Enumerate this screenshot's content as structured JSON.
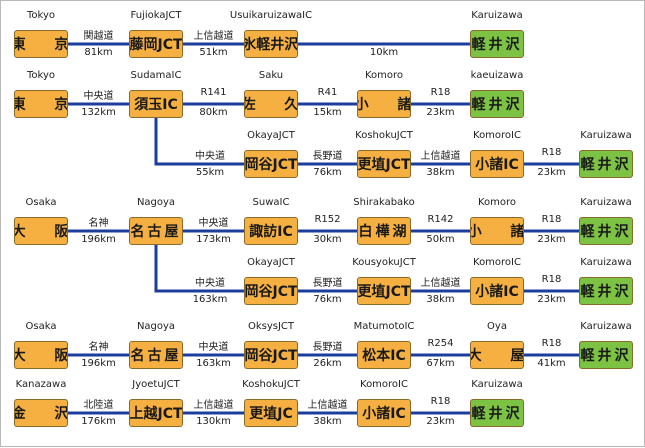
{
  "colors": {
    "station": "#f6b041",
    "destination": "#7cc243",
    "line": "#1b3e9c"
  },
  "rows": [
    {
      "stations": [
        {
          "name": "Tokyo",
          "jp": "東 京",
          "dest": false
        },
        {
          "name": "FujiokaJCT",
          "jp": "藤岡JCT",
          "dest": false
        },
        {
          "name": "UsuikaruizawaIC",
          "jp": "碓氷軽井沢IC",
          "dest": false
        },
        {
          "name": "Karuizawa",
          "jp": "軽井沢",
          "dest": true
        }
      ],
      "segments": [
        {
          "road": "関越道",
          "dist": "81km"
        },
        {
          "road": "上信越道",
          "dist": "51km"
        },
        {
          "road": "",
          "dist": "10km"
        }
      ]
    },
    {
      "stations": [
        {
          "name": "Tokyo",
          "jp": "東 京",
          "dest": false
        },
        {
          "name": "SudamaIC",
          "jp": "須玉IC",
          "dest": false
        },
        {
          "name": "Saku",
          "jp": "佐 久",
          "dest": false
        },
        {
          "name": "Komoro",
          "jp": "小 諸",
          "dest": false
        },
        {
          "name": "kaeuizawa",
          "jp": "軽井沢",
          "dest": true
        }
      ],
      "segments": [
        {
          "road": "中央道",
          "dist": "132km"
        },
        {
          "road": "R141",
          "dist": "80km"
        },
        {
          "road": "R41",
          "dist": "15km"
        },
        {
          "road": "R18",
          "dist": "23km"
        }
      ]
    },
    {
      "stations": [
        {
          "name": "OkayaJCT",
          "jp": "岡谷JCT",
          "dest": false
        },
        {
          "name": "KoshokuJCT",
          "jp": "更埴JCT",
          "dest": false
        },
        {
          "name": "KomoroIC",
          "jp": "小諸IC",
          "dest": false
        },
        {
          "name": "Karuizawa",
          "jp": "軽井沢",
          "dest": true
        }
      ],
      "branch_in": {
        "road": "中央道",
        "dist": "55km"
      },
      "segments": [
        {
          "road": "長野道",
          "dist": "76km"
        },
        {
          "road": "上信越道",
          "dist": "38km"
        },
        {
          "road": "R18",
          "dist": "23km"
        }
      ]
    },
    {
      "stations": [
        {
          "name": "Osaka",
          "jp": "大 阪",
          "dest": false
        },
        {
          "name": "Nagoya",
          "jp": "名古屋",
          "dest": false
        },
        {
          "name": "SuwaIC",
          "jp": "諏訪IC",
          "dest": false
        },
        {
          "name": "Shirakabako",
          "jp": "白樺湖",
          "dest": false
        },
        {
          "name": "Komoro",
          "jp": "小 諸",
          "dest": false
        },
        {
          "name": "Karuizawa",
          "jp": "軽井沢",
          "dest": true
        }
      ],
      "segments": [
        {
          "road": "名神",
          "dist": "196km"
        },
        {
          "road": "中央道",
          "dist": "173km"
        },
        {
          "road": "R152",
          "dist": "30km"
        },
        {
          "road": "R142",
          "dist": "50km"
        },
        {
          "road": "R18",
          "dist": "23km"
        }
      ]
    },
    {
      "stations": [
        {
          "name": "OkayaJCT",
          "jp": "岡谷JCT",
          "dest": false
        },
        {
          "name": "KousyokuJCT",
          "jp": "更埴JCT",
          "dest": false
        },
        {
          "name": "KomoroIC",
          "jp": "小諸IC",
          "dest": false
        },
        {
          "name": "Karuizawa",
          "jp": "軽井沢",
          "dest": true
        }
      ],
      "branch_in": {
        "road": "中央道",
        "dist": "163km"
      },
      "segments": [
        {
          "road": "長野道",
          "dist": "76km"
        },
        {
          "road": "上信越道",
          "dist": "38km"
        },
        {
          "road": "R18",
          "dist": "23km"
        }
      ]
    },
    {
      "stations": [
        {
          "name": "Osaka",
          "jp": "大 阪",
          "dest": false
        },
        {
          "name": "Nagoya",
          "jp": "名古屋",
          "dest": false
        },
        {
          "name": "OksysJCT",
          "jp": "岡谷JCT",
          "dest": false
        },
        {
          "name": "MatumotoIC",
          "jp": "松本IC",
          "dest": false
        },
        {
          "name": "Oya",
          "jp": "大 屋",
          "dest": false
        },
        {
          "name": "Karuizawa",
          "jp": "軽井沢",
          "dest": true
        }
      ],
      "segments": [
        {
          "road": "名神",
          "dist": "196km"
        },
        {
          "road": "中央道",
          "dist": "163km"
        },
        {
          "road": "長野道",
          "dist": "26km"
        },
        {
          "road": "R254",
          "dist": "67km"
        },
        {
          "road": "R18",
          "dist": "41km"
        }
      ]
    },
    {
      "stations": [
        {
          "name": "Kanazawa",
          "jp": "金 沢",
          "dest": false
        },
        {
          "name": "JyoetuJCT",
          "jp": "上越JCT",
          "dest": false
        },
        {
          "name": "KoshokuJCT",
          "jp": "更埴JC",
          "dest": false
        },
        {
          "name": "KomoroIC",
          "jp": "小諸IC",
          "dest": false
        },
        {
          "name": "Karuizawa",
          "jp": "軽井沢",
          "dest": true
        }
      ],
      "segments": [
        {
          "road": "北陸道",
          "dist": "176km"
        },
        {
          "road": "上信越道",
          "dist": "130km"
        },
        {
          "road": "上信越道",
          "dist": "38km"
        },
        {
          "road": "R18",
          "dist": "23km"
        }
      ]
    }
  ]
}
